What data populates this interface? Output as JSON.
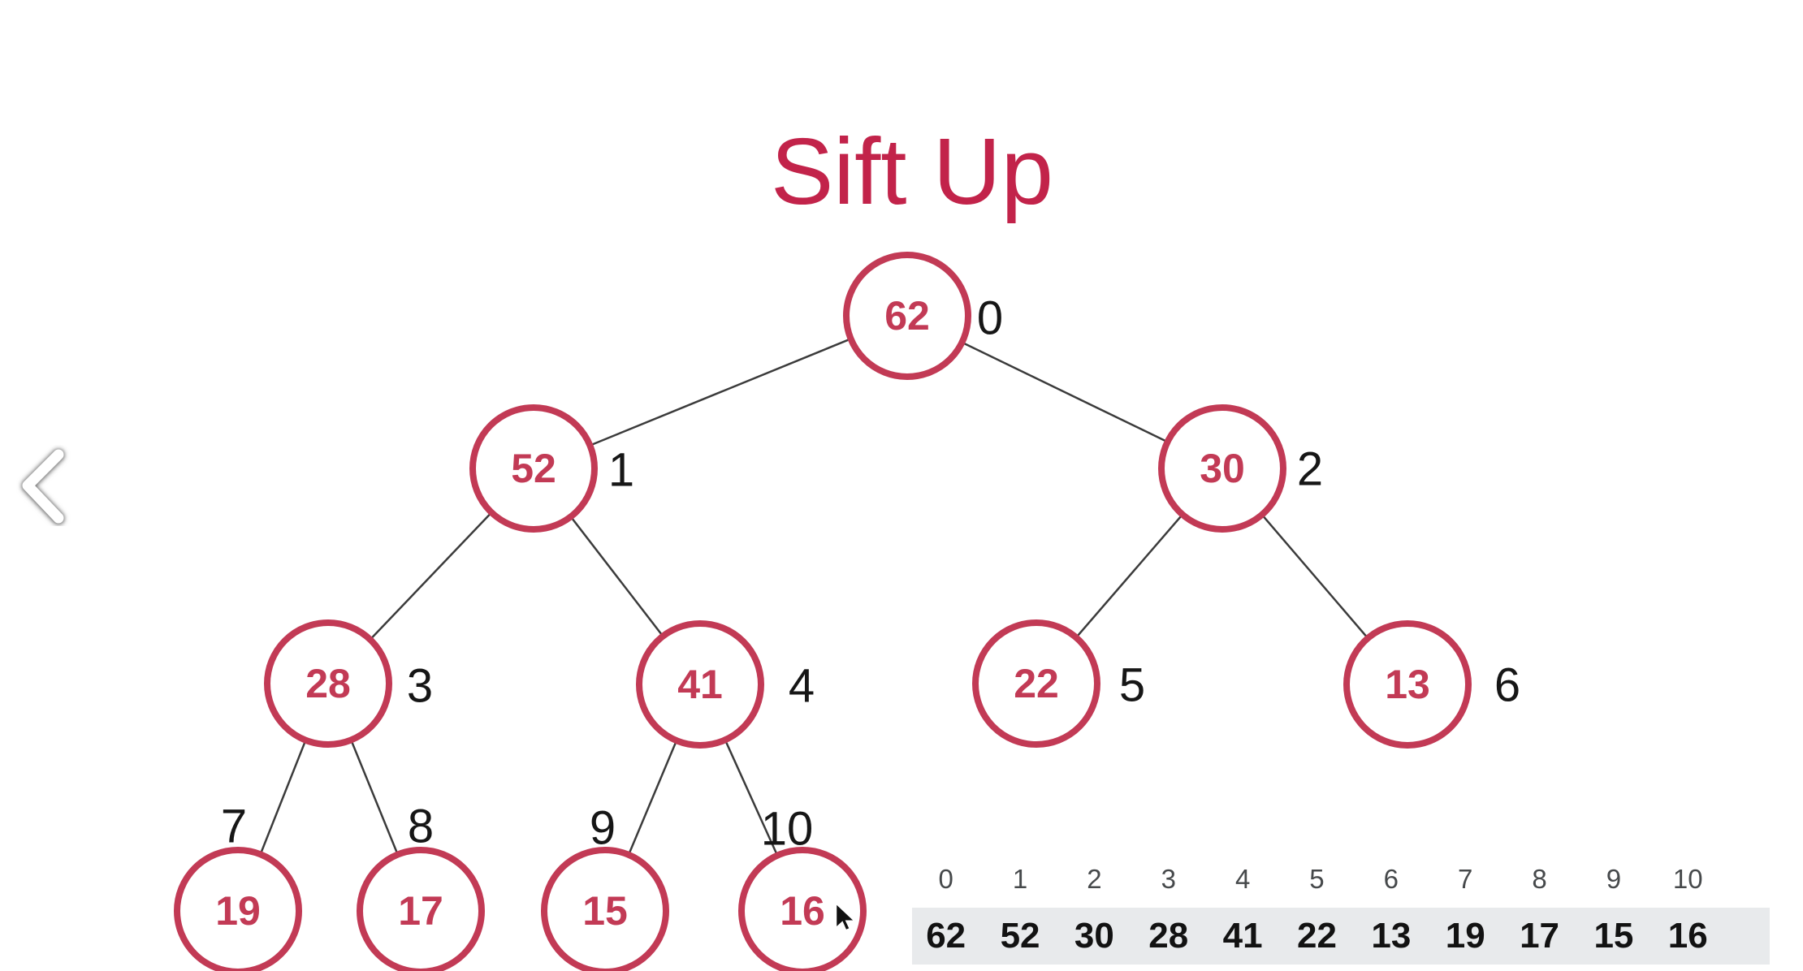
{
  "title": "Sift Up",
  "nav": {
    "back_icon": "chevron-left-icon"
  },
  "colors": {
    "accent": "#c2234a",
    "node_red": "#c23a55",
    "edge": "#3b3b3b",
    "ink": "#161616",
    "muted": "#46494b",
    "strip_bg": "#e8eaec"
  },
  "tree": {
    "nodes": [
      {
        "value": "62",
        "index": "0"
      },
      {
        "value": "52",
        "index": "1"
      },
      {
        "value": "30",
        "index": "2"
      },
      {
        "value": "28",
        "index": "3"
      },
      {
        "value": "41",
        "index": "4"
      },
      {
        "value": "22",
        "index": "5"
      },
      {
        "value": "13",
        "index": "6"
      },
      {
        "value": "19",
        "index": "7"
      },
      {
        "value": "17",
        "index": "8"
      },
      {
        "value": "15",
        "index": "9"
      },
      {
        "value": "16",
        "index": "10"
      }
    ],
    "edges": [
      [
        0,
        1
      ],
      [
        0,
        2
      ],
      [
        1,
        3
      ],
      [
        1,
        4
      ],
      [
        2,
        5
      ],
      [
        2,
        6
      ],
      [
        3,
        7
      ],
      [
        3,
        8
      ],
      [
        4,
        9
      ],
      [
        4,
        10
      ]
    ]
  },
  "array": {
    "indices": [
      "0",
      "1",
      "2",
      "3",
      "4",
      "5",
      "6",
      "7",
      "8",
      "9",
      "10"
    ],
    "values": [
      "62",
      "52",
      "30",
      "28",
      "41",
      "22",
      "13",
      "19",
      "17",
      "15",
      "16"
    ]
  }
}
